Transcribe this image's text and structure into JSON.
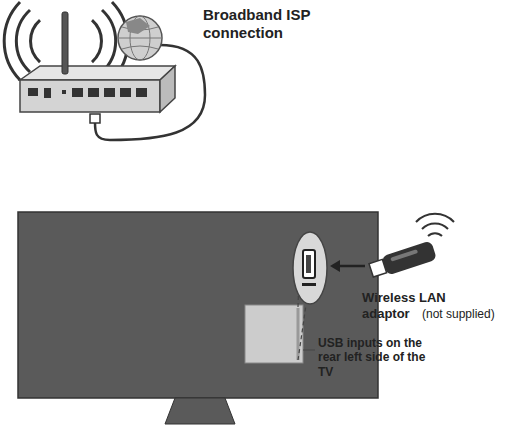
{
  "diagram": {
    "labels": [
      "Broadband ISP connection",
      "Wireless LAN adaptor",
      "(not supplied)",
      "USB inputs on the rear left side of the TV"
    ]
  }
}
